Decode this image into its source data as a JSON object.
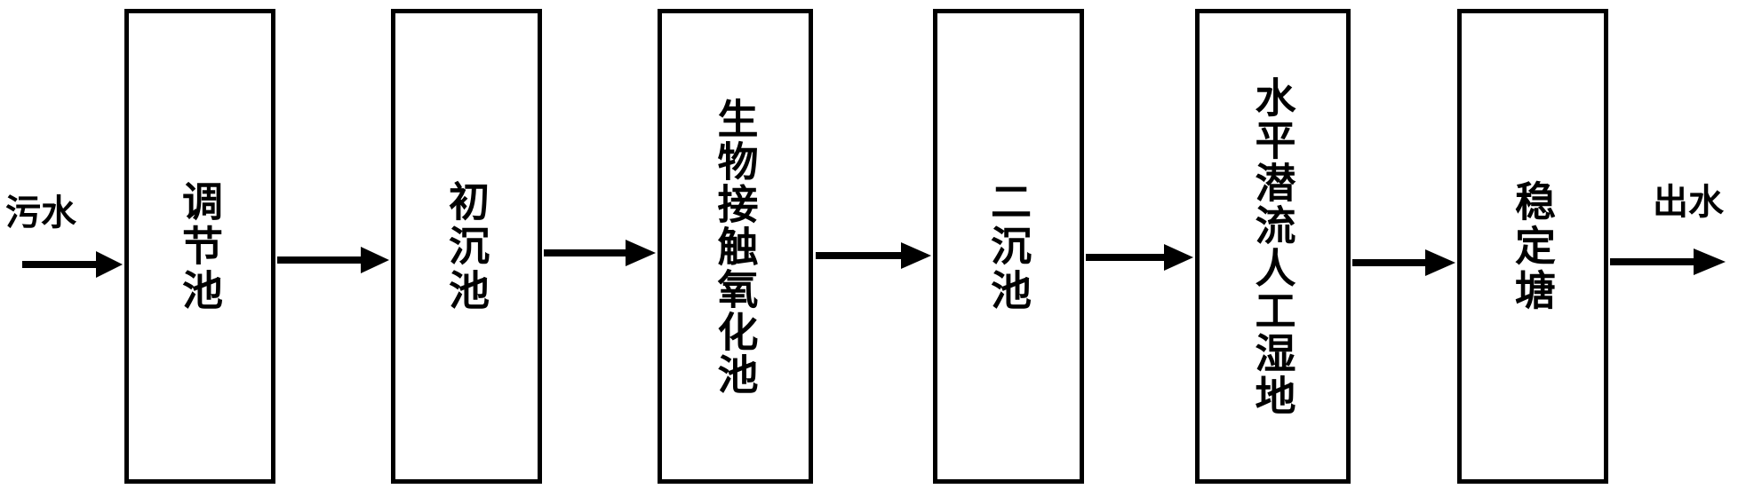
{
  "input_label": "污水",
  "output_label": "出水",
  "stages": [
    {
      "id": "tiaojiechi",
      "label": "调节池"
    },
    {
      "id": "chuchenchi",
      "label": "初沉池"
    },
    {
      "id": "shengwu",
      "label": "生物接触氧化池"
    },
    {
      "id": "erchenchi",
      "label": "二沉池"
    },
    {
      "id": "shidi",
      "label": "水平潜流人工湿地"
    },
    {
      "id": "wendingtang",
      "label": "稳定塘"
    }
  ],
  "colors": {
    "stroke": "#000000",
    "background": "#ffffff"
  }
}
